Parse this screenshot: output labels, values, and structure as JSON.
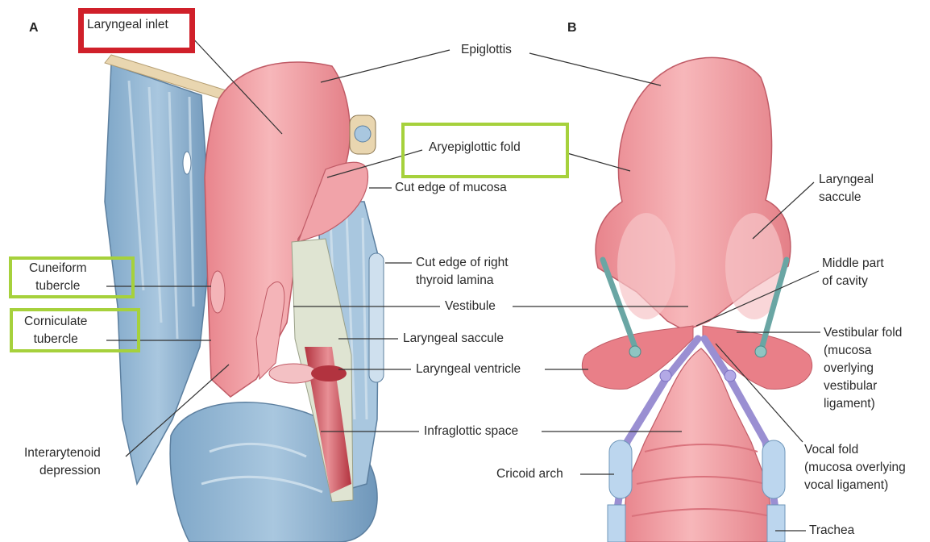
{
  "panels": {
    "a": "A",
    "b": "B"
  },
  "labels_a": {
    "laryngeal_inlet": "Laryngeal inlet",
    "epiglottis": "Epiglottis",
    "aryepiglottic_fold": "Aryepiglottic fold",
    "cut_edge_mucosa": "Cut edge of mucosa",
    "cut_edge_thyroid": "Cut edge of right\nthyroid lamina",
    "vestibule": "Vestibule",
    "laryngeal_saccule": "Laryngeal saccule",
    "laryngeal_ventricle": "Laryngeal ventricle",
    "infraglottic_space": "Infraglottic space",
    "cuneiform_tubercle": "Cuneiform\ntubercle",
    "corniculate_tubercle": "Corniculate\ntubercle",
    "interarytenoid_depression": "Interarytenoid\ndepression"
  },
  "labels_b": {
    "laryngeal_saccule": "Laryngeal\nsaccule",
    "middle_part_cavity": "Middle part\nof cavity",
    "vestibular_fold": "Vestibular fold\n(mucosa\noverlying\nvestibular\nligament)",
    "vocal_fold": "Vocal fold\n(mucosa overlying\nvocal ligament)",
    "cricoid_arch": "Cricoid arch",
    "trachea": "Trachea"
  },
  "highlight_colors": {
    "red": "#d0202a",
    "green": "#a6d13c"
  }
}
